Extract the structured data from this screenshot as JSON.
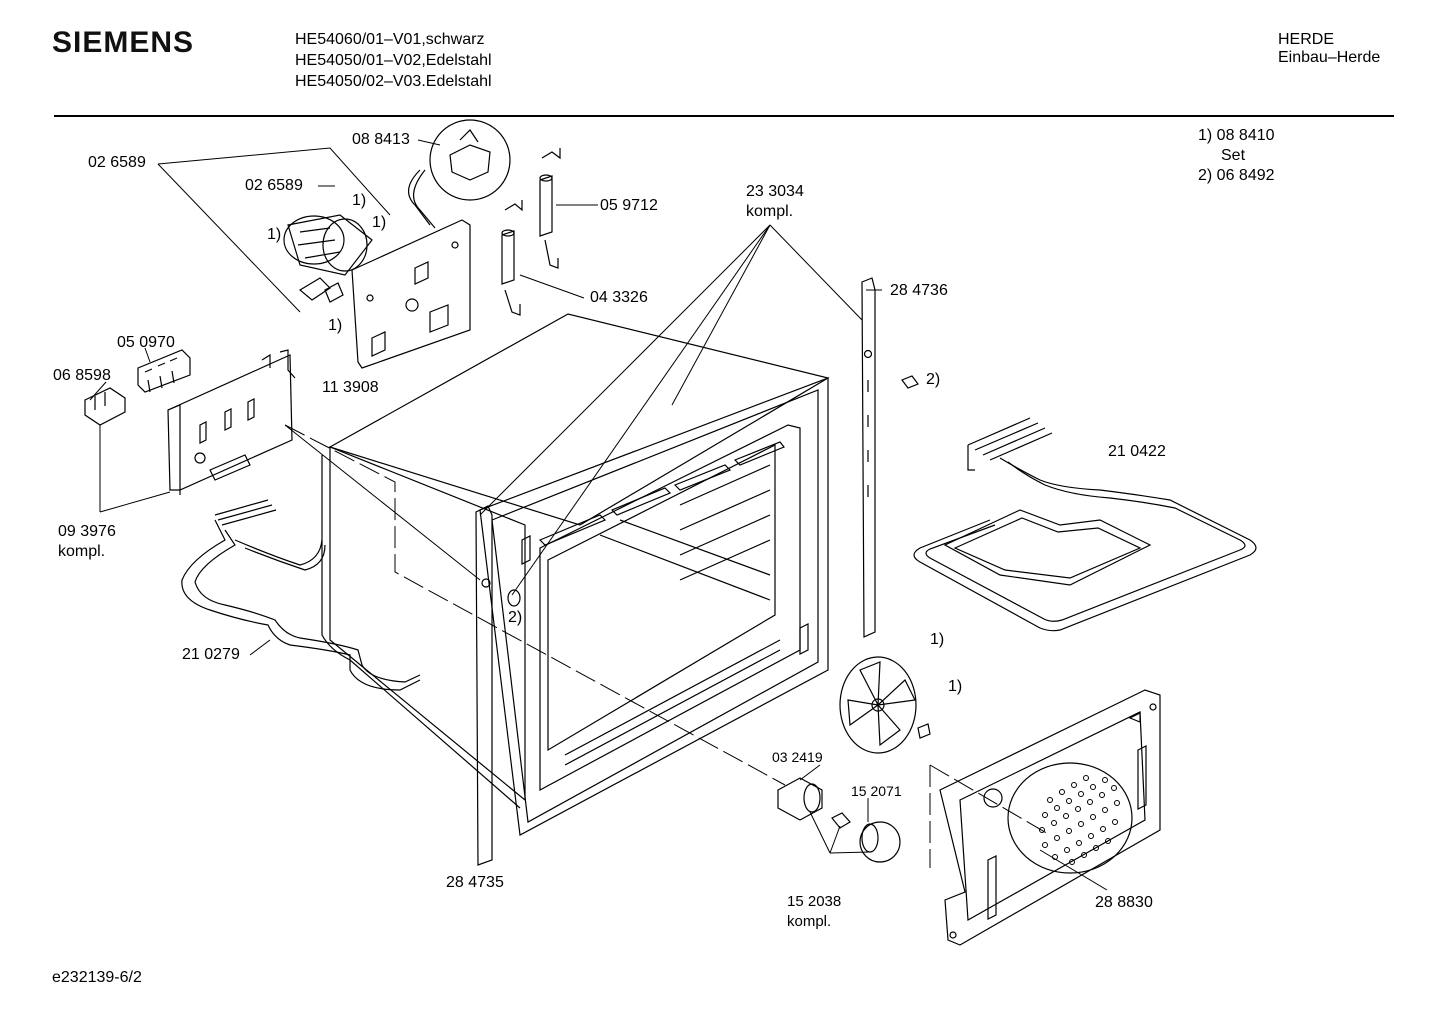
{
  "header": {
    "brand": "SIEMENS",
    "models": [
      "HE54060/01–V01,schwarz",
      "HE54050/01–V02,Edelstahl",
      "HE54050/02–V03.Edelstahl"
    ],
    "category": "HERDE",
    "subcategory": "Einbau–Herde"
  },
  "notes": {
    "note1_num": "1) 08 8410",
    "note1_extra": "Set",
    "note2_num": "2) 06 8492"
  },
  "parts": {
    "p_026589_a": "02 6589",
    "p_026589_b": "02 6589",
    "p_088413": "08 8413",
    "p_059712": "05 9712",
    "p_043326": "04 3326",
    "p_113908": "11 3908",
    "p_050970": "05 0970",
    "p_068598": "06 8598",
    "p_093976": "09 3976",
    "p_093976_kompl": "kompl.",
    "p_210279": "21 0279",
    "p_233034": "23 3034",
    "p_233034_kompl": "kompl.",
    "p_284736": "28 4736",
    "p_210422": "21 0422",
    "p_284735": "28 4735",
    "p_032419": "03 2419",
    "p_152071": "15 2071",
    "p_152038": "15 2038",
    "p_152038_kompl": "kompl.",
    "p_288830": "28 8830"
  },
  "markers": {
    "m1": "1)",
    "m2": "2)"
  },
  "footer": {
    "drawing_id": "e232139-6/2"
  }
}
